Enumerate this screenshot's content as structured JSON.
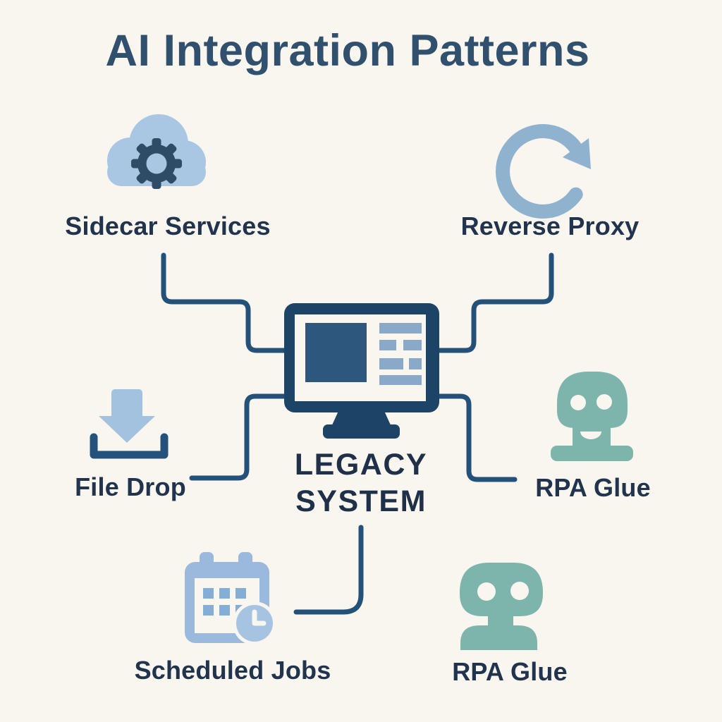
{
  "title": "AI Integration Patterns",
  "center": {
    "label_line1": "LEGACY",
    "label_line2": "SYSTEM",
    "icon": "legacy-monitor-icon"
  },
  "nodes": [
    {
      "id": "sidecar-services",
      "label": "Sidecar Services",
      "icon": "cloud-gear-icon",
      "position": "top-left"
    },
    {
      "id": "reverse-proxy",
      "label": "Reverse Proxy",
      "icon": "circular-arrow-icon",
      "position": "top-right"
    },
    {
      "id": "file-drop",
      "label": "File Drop",
      "icon": "download-tray-icon",
      "position": "middle-left"
    },
    {
      "id": "rpa-glue-mid",
      "label": "RPA Glue",
      "icon": "robot-head-icon",
      "position": "middle-right"
    },
    {
      "id": "scheduled-jobs",
      "label": "Scheduled Jobs",
      "icon": "calendar-clock-icon",
      "position": "bottom-left"
    },
    {
      "id": "rpa-glue-bottom",
      "label": "RPA Glue",
      "icon": "robot-bust-icon",
      "position": "bottom-right"
    }
  ],
  "colors": {
    "background": "#f8f6ef",
    "title_navy": "#31506e",
    "label_navy": "#22344d",
    "icon_navy": "#1d4467",
    "connector_navy": "#24517a",
    "light_blue": "#a9c7e3",
    "muted_blue": "#8fb2cf",
    "calendar_blue": "#9ab9dc",
    "grid_blue": "#84aed6",
    "screen_bar_blue": "#8aa8c8",
    "screen_square_blue": "#2e577e",
    "teal": "#7db4ac"
  }
}
